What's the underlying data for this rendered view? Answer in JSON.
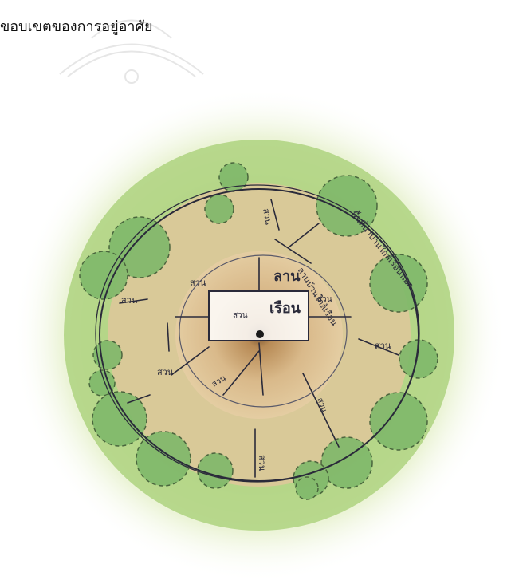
{
  "caption": "ขอบเขตของการอยู่อาศัย",
  "labels": {
    "house": "เรือน",
    "yard": "ลาน",
    "near_house": "ลานบ้านใกล้เรือน",
    "outer_field": "พื้นที่นาบ้านใกล้เรือนนอก",
    "walk": "สวน"
  },
  "colors": {
    "grass": "#9ccf6d",
    "inner_yard": "#d9b98a",
    "tree": "#7fb86a",
    "ink": "#2a2a3a"
  }
}
